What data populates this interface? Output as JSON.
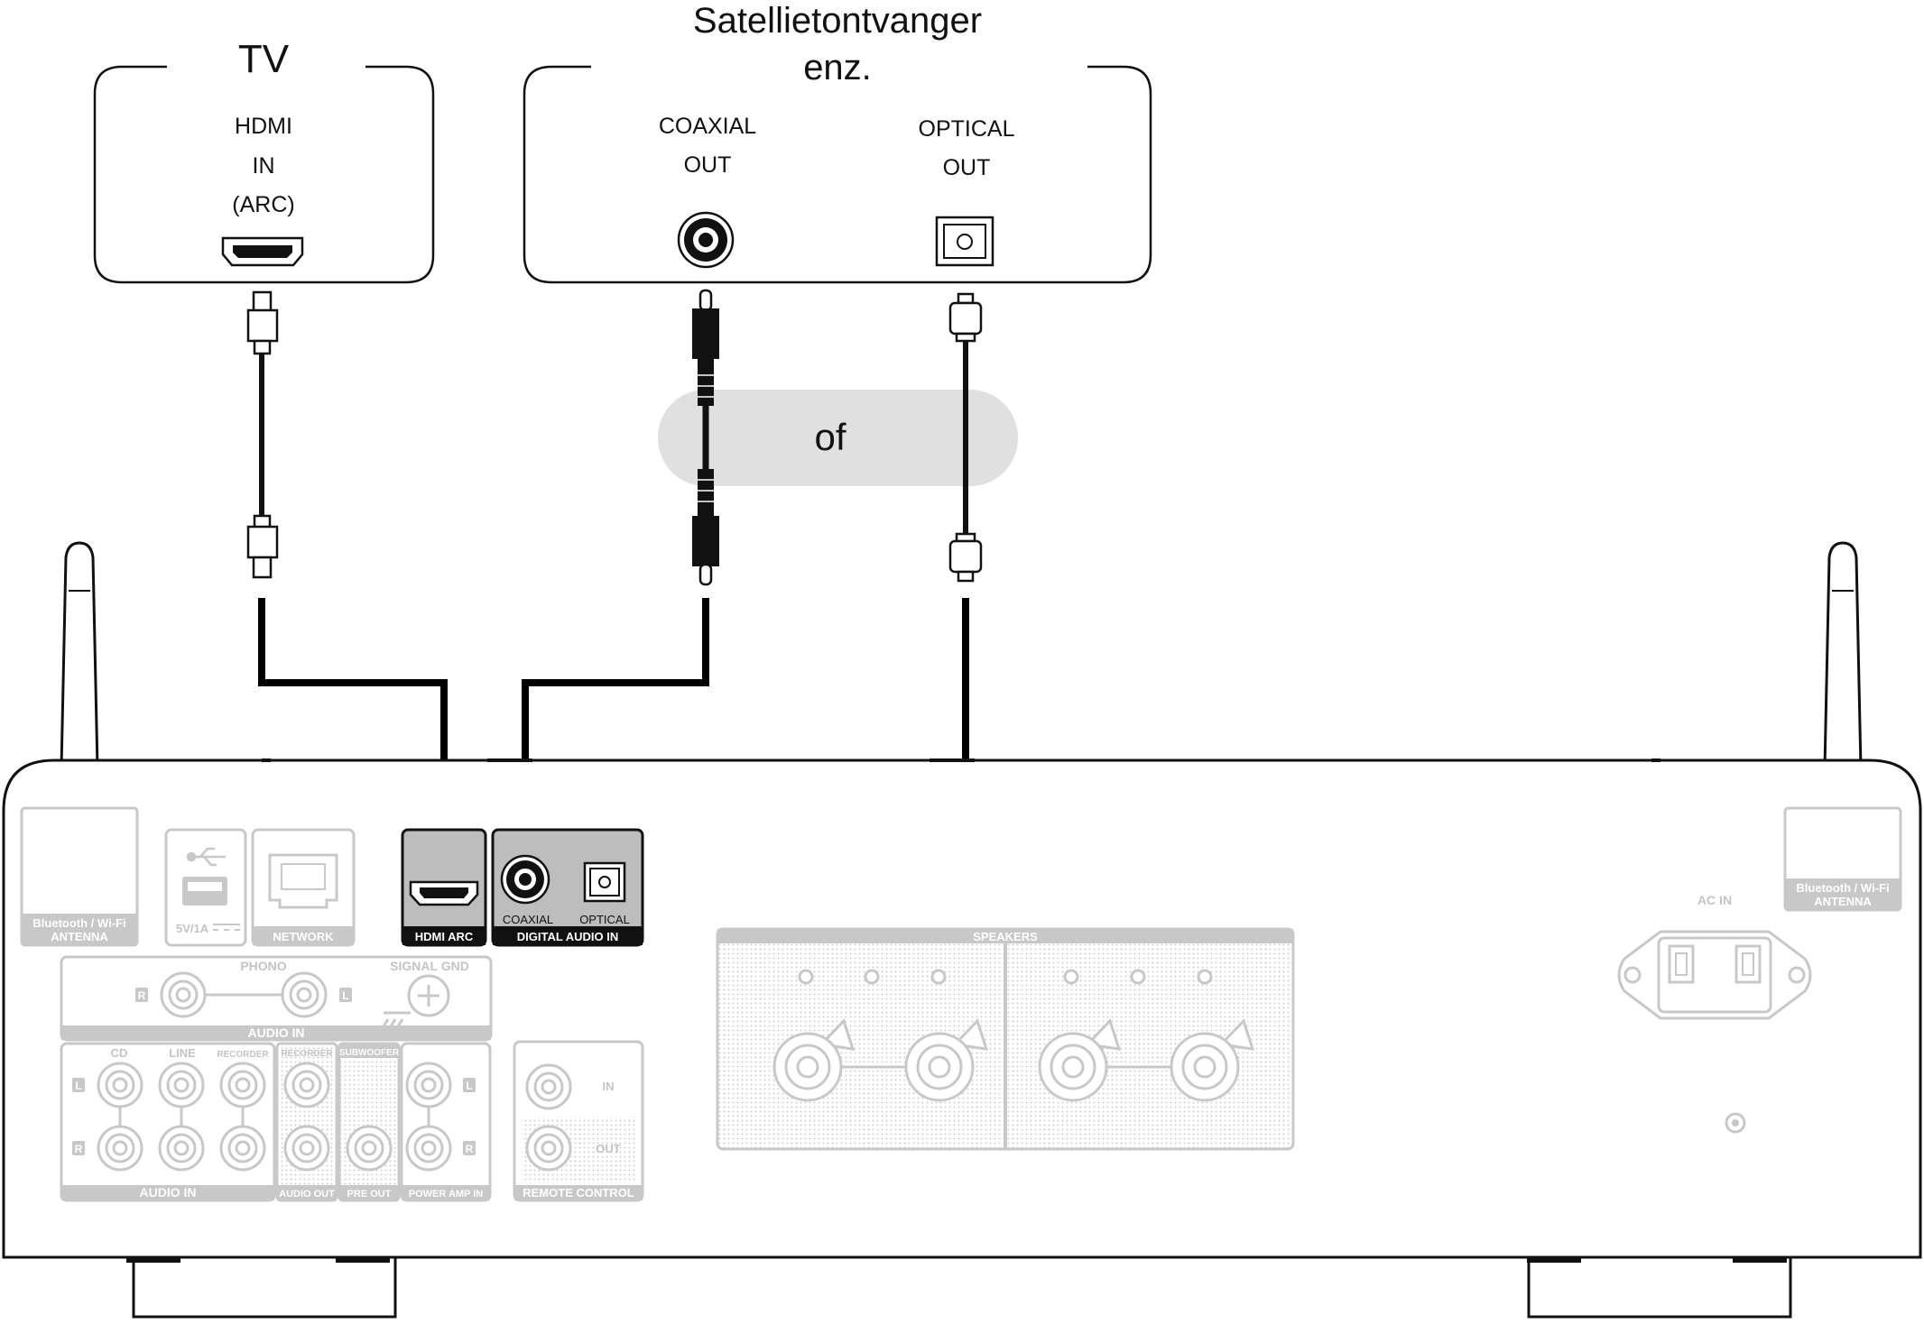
{
  "tv": {
    "title": "TV",
    "port_line1": "HDMI",
    "port_line2": "IN",
    "port_line3": "(ARC)"
  },
  "satellite": {
    "title_line1": "Satellietontvanger",
    "title_line2": "enz.",
    "coaxial_line1": "COAXIAL",
    "coaxial_line2": "OUT",
    "optical_line1": "OPTICAL",
    "optical_line2": "OUT"
  },
  "or_label": "of",
  "receiver": {
    "hdmi_arc": "HDMI ARC",
    "coaxial": "COAXIAL",
    "optical": "OPTICAL",
    "digital_audio_in": "DIGITAL AUDIO IN",
    "bt_antenna_line1": "Bluetooth / Wi-Fi",
    "bt_antenna_line2": "ANTENNA",
    "usb_rating": "5V/1A",
    "network": "NETWORK",
    "phono": "PHONO",
    "signal_gnd": "SIGNAL GND",
    "audio_in": "AUDIO IN",
    "cd": "CD",
    "line": "LINE",
    "recorder": "RECORDER",
    "subwoofer": "SUBWOOFER",
    "audio_out": "AUDIO OUT",
    "pre_out": "PRE OUT",
    "power_amp_in": "POWER AMP IN",
    "in": "IN",
    "out": "OUT",
    "remote_control": "REMOTE CONTROL",
    "speakers": "SPEAKERS",
    "ac_in": "AC IN",
    "ch_left": "L",
    "ch_right": "R"
  },
  "colors": {
    "line": "#111111",
    "cable": "#000000",
    "highlight_panel": "#bdbdbd",
    "faded": "#c8c8c8",
    "or_bubble": "#e0e0e0"
  }
}
